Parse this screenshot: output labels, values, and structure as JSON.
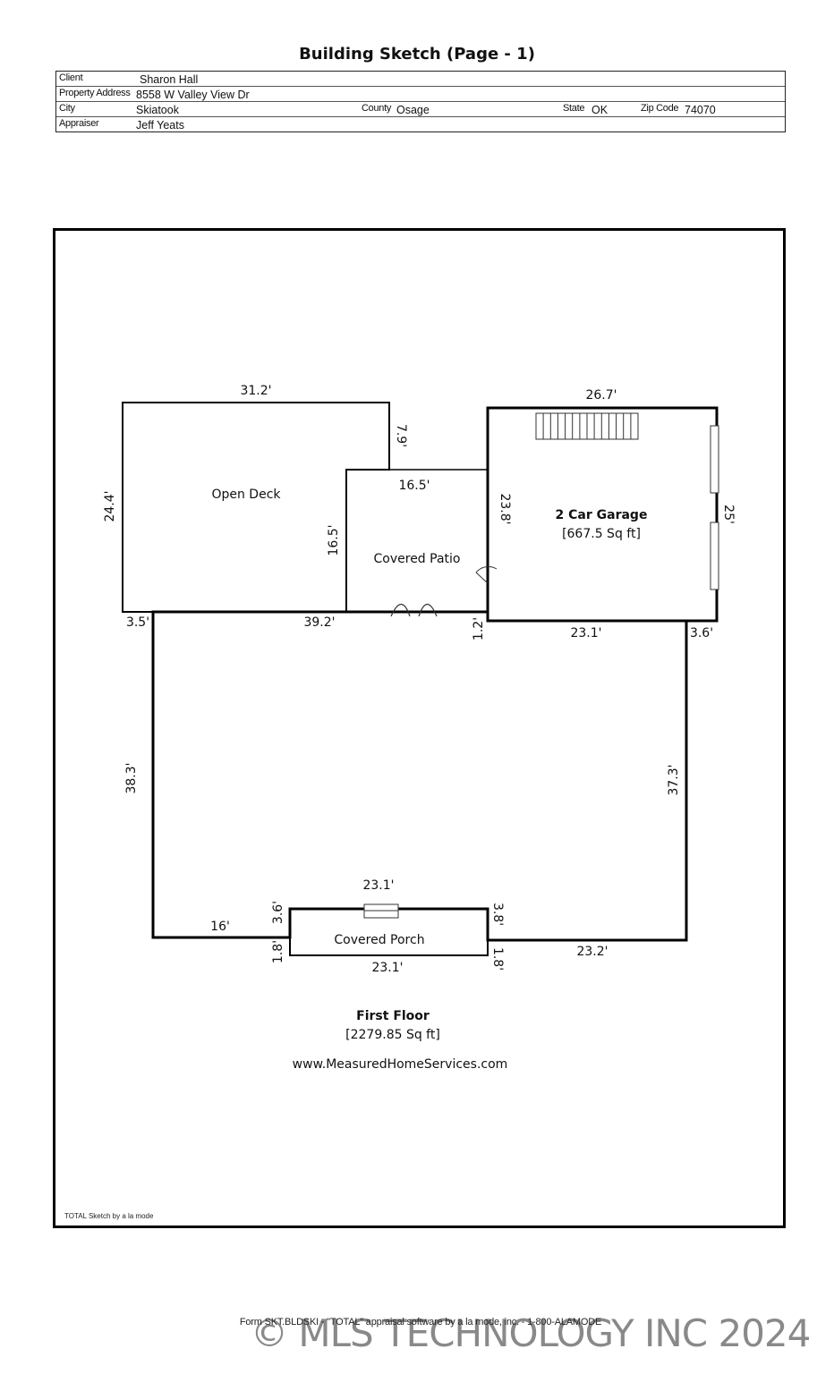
{
  "header": {
    "title": "Building Sketch (Page - 1)"
  },
  "info": {
    "client_label": "Client",
    "client": "Sharon Hall",
    "address_label": "Property Address",
    "address": "8558 W Valley View Dr",
    "city_label": "City",
    "city": "Skiatook",
    "county_label": "County",
    "county": "Osage",
    "state_label": "State",
    "state": "OK",
    "zip_label": "Zip Code",
    "zip": "74070",
    "appraiser_label": "Appraiser",
    "appraiser": "Jeff Yeats"
  },
  "rooms": {
    "deck": "Open Deck",
    "patio": "Covered Patio",
    "garage": "2 Car Garage",
    "garage_area": "[667.5 Sq ft]",
    "porch": "Covered Porch",
    "floor": "First Floor",
    "floor_area": "[2279.85 Sq ft]",
    "website": "www.MeasuredHomeServices.com"
  },
  "dims": {
    "deck_top": "31.2'",
    "deck_left": "24.4'",
    "deck_right": "7.9'",
    "patio_top": "16.5'",
    "patio_left": "16.5'",
    "garage_top": "26.7'",
    "garage_left": "23.8'",
    "garage_right": "25'",
    "garage_bottom": "23.1'",
    "garage_offset": "1.2'",
    "house_top": "39.2'",
    "house_top_left": "3.5'",
    "house_right_top": "3.6'",
    "house_left": "38.3'",
    "house_right": "37.3'",
    "house_bottom_left": "16'",
    "house_bottom_right": "23.2'",
    "porch_top": "23.1'",
    "porch_bottom": "23.1'",
    "porch_left_upper": "3.6'",
    "porch_left_lower": "1.8'",
    "porch_right_upper": "3.8'",
    "porch_right_lower": "1.8'"
  },
  "footer": {
    "credit": "TOTAL Sketch by a la mode",
    "form": "Form SKT.BLDSKI - \"TOTAL\" appraisal software by a la mode, inc. - 1-800-ALAMODE",
    "watermark": "© MLS TECHNOLOGY INC 2024"
  }
}
